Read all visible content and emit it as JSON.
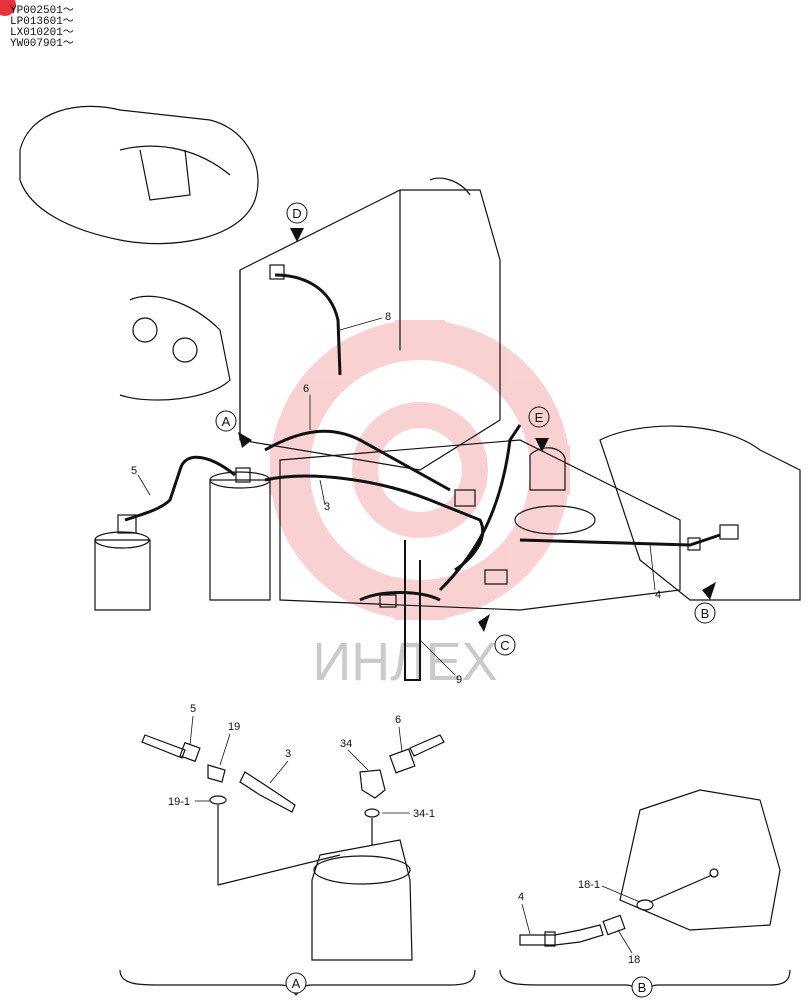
{
  "serials": [
    "YP002501～",
    "LP013601～",
    "LX010201～",
    "YW007901～"
  ],
  "watermark_text": "ИНЛЕХ",
  "colors": {
    "line": "#111111",
    "watermark": "#e8323c"
  },
  "views": {
    "A": "A",
    "B": "B",
    "C": "C",
    "D": "D",
    "E": "E"
  },
  "callouts": {
    "p3": "3",
    "p4": "4",
    "p5": "5",
    "p6": "6",
    "p8": "8",
    "p9": "9",
    "d5": "5",
    "d19": "19",
    "d3": "3",
    "d19_1": "19-1",
    "d34": "34",
    "d6": "6",
    "d34_1": "34-1",
    "d4": "4",
    "d18_1": "18-1",
    "d18": "18"
  }
}
